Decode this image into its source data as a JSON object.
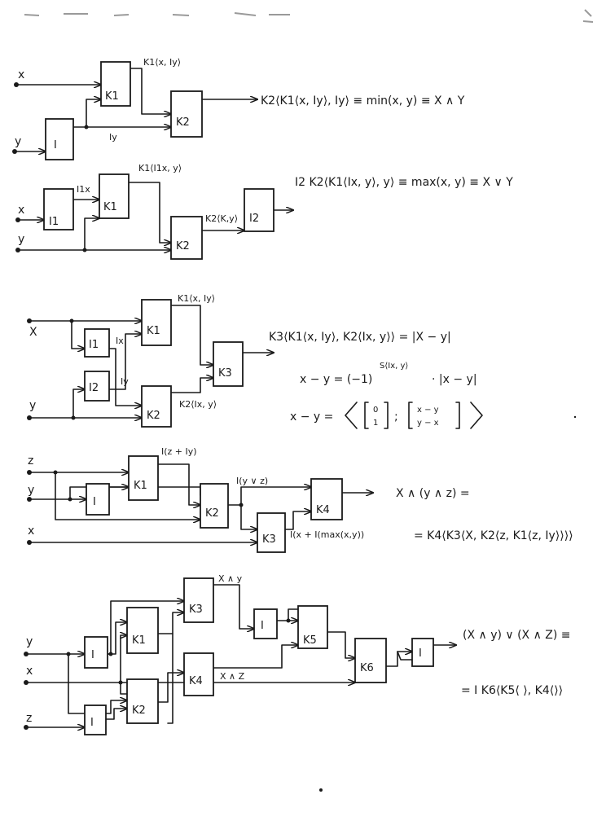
{
  "diagram1": {
    "in_x": "x",
    "in_y": "y",
    "blk_k1": "K1",
    "blk_k2": "K2",
    "blk_i": "I",
    "lbl_k1": "K1⟨x, Iy⟩",
    "lbl_iy": "Iy",
    "formula": "K2⟨K1⟨x, Iy⟩, Iy⟩ ≡ min(x, y) ≡ X ∧ Y"
  },
  "diagram2": {
    "in_x": "x",
    "in_y": "y",
    "blk_i1": "I1",
    "blk_k1": "K1",
    "blk_k2": "K2",
    "blk_i2": "I2",
    "lbl_i1x": "I1x",
    "lbl_k1": "K1⟨I1x, y⟩",
    "lbl_k2": "K2⟨K,y⟩",
    "formula": "I2 K2⟨K1⟨Ix, y⟩, y⟩ ≡ max(x, y) ≡ X ∨ Y"
  },
  "diagram3": {
    "in_x": "X",
    "in_y": "y",
    "blk_i1": "I1",
    "blk_i2": "I2",
    "blk_k1": "K1",
    "blk_k2": "K2",
    "blk_k3": "K3",
    "lbl_ix": "Ix",
    "lbl_iy": "Iy",
    "lbl_k1": "K1⟨x, Iy⟩",
    "lbl_k2": "K2⟨Ix, y⟩",
    "formula1": "K3⟨K1⟨x, Iy⟩, K2⟨Ix, y⟩⟩ = |X − y|",
    "formula2_lhs": "x − y = (−1)",
    "formula2_exp": "S⟨Ix, y⟩",
    "formula2_rhs": "· |x − y|",
    "formula3_lhs": "x − y =",
    "formula3_v1a": "0",
    "formula3_v1b": "1",
    "formula3_sep": ";",
    "formula3_v2a": "x − y",
    "formula3_v2b": "y − x"
  },
  "diagram4": {
    "in_z": "z",
    "in_y": "y",
    "in_x": "x",
    "blk_i": "I",
    "blk_k1": "K1",
    "blk_k2": "K2",
    "blk_k3": "K3",
    "blk_k4": "K4",
    "lbl_k1": "I(z + Iy)",
    "lbl_k2": "I(y ∨ z)",
    "lbl_k3": "I(x + I(max(x,y))",
    "formula1": "X ∧ (y ∧ z)  =",
    "formula2": "= K4⟨K3⟨X, K2⟨z, K1⟨z, Iy⟩⟩⟩⟩"
  },
  "diagram5": {
    "in_y": "y",
    "in_x": "x",
    "in_z": "z",
    "blk_i_y": "I",
    "blk_i_z": "I",
    "blk_k1": "K1",
    "blk_k2": "K2",
    "blk_k3": "K3",
    "blk_k4": "K4",
    "blk_i_mid": "I",
    "blk_k5": "K5",
    "blk_k6": "K6",
    "blk_i_out": "I",
    "lbl_k3": "X ∧ y",
    "lbl_k4": "X ∧ Z",
    "formula1": "(X ∧ y) ∨ (X ∧ Z) ≡",
    "formula2": "= I K6⟨K5⟨ ⟩, K4⟨⟩⟩"
  }
}
